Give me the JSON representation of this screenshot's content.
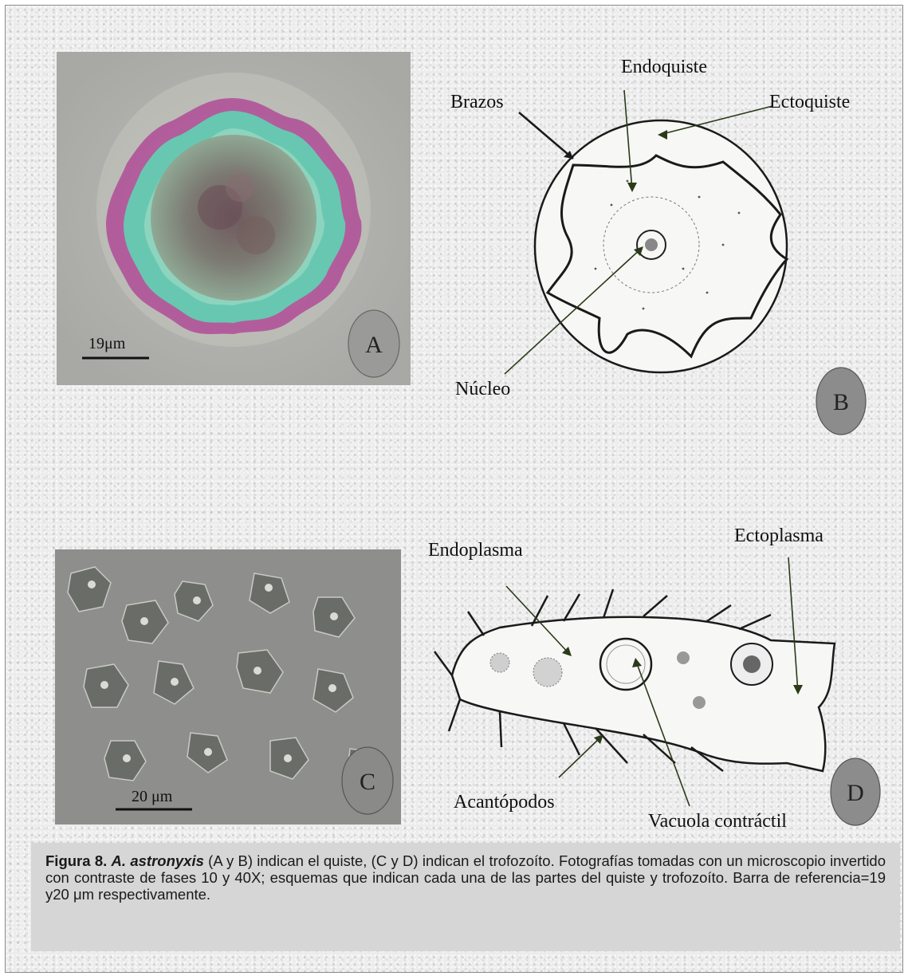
{
  "panels": {
    "a": {
      "letter": "A",
      "scale_bar": "19μm"
    },
    "b": {
      "letter": "B",
      "labels": {
        "endoquiste": "Endoquiste",
        "brazos": "Brazos",
        "ectoquiste": "Ectoquiste",
        "nucleo": "Núcleo"
      }
    },
    "c": {
      "letter": "C",
      "scale_bar": "20 μm"
    },
    "d": {
      "letter": "D",
      "labels": {
        "endoplasma": "Endoplasma",
        "ectoplasma": "Ectoplasma",
        "acantopodos": "Acantópodos",
        "vacuola": "Vacuola contráctil"
      }
    }
  },
  "caption": {
    "figure_label": "Figura 8.",
    "species": "A. astronyxis",
    "text": " (A y B) indican el quiste, (C y D) indican el trofozoíto. Fotografías tomadas  con un microscopio invertido con contraste de fases 10  y 40X; esquemas que indican cada una de las partes del quiste y trofozoíto. Barra de referencia=19 y20 μm respectivamente."
  }
}
